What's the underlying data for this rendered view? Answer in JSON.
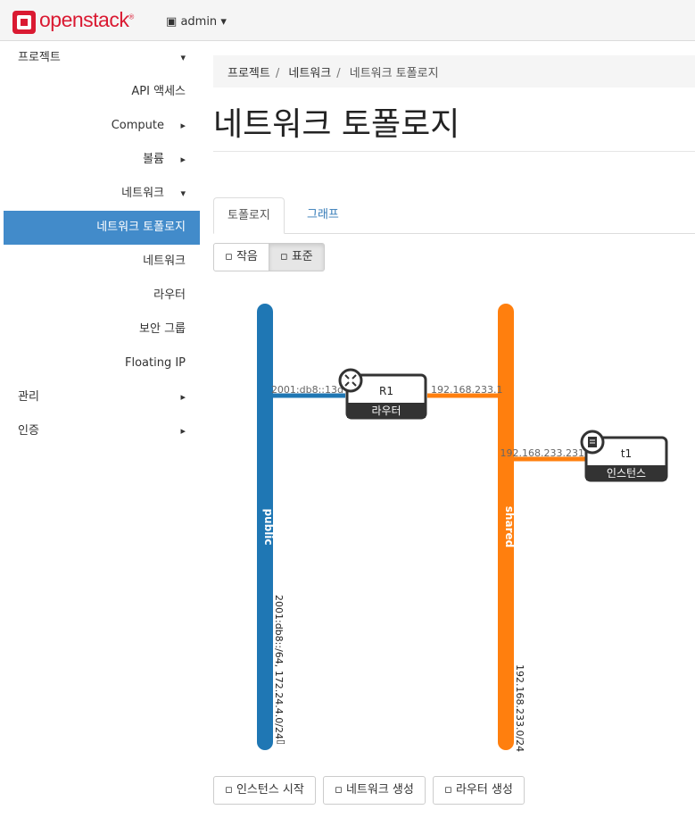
{
  "header": {
    "brand": "openstack",
    "project": "admin",
    "project_icon": "cube-icon",
    "caret": "▾"
  },
  "sidebar": {
    "items": [
      {
        "label": "프로젝트",
        "chevron": "▾"
      },
      {
        "label": "API 액세스"
      },
      {
        "label": "Compute",
        "chevron": "▸"
      },
      {
        "label": "볼륨",
        "chevron": "▸"
      },
      {
        "label": "네트워크",
        "chevron": "▾"
      },
      {
        "label": "네트워크 토폴로지"
      },
      {
        "label": "네트워크"
      },
      {
        "label": "라우터"
      },
      {
        "label": "보안 그룹"
      },
      {
        "label": "Floating IP"
      },
      {
        "label": "관리",
        "chevron": "▸"
      },
      {
        "label": "인증",
        "chevron": "▸"
      }
    ]
  },
  "breadcrumb": [
    "프로젝트",
    "네트워크",
    "네트워크 토폴로지"
  ],
  "page_title": "네트워크 토폴로지",
  "tabs": [
    "토폴로지",
    "그래프"
  ],
  "size_buttons": {
    "small": "작음",
    "normal": "표준"
  },
  "topology": {
    "networks": [
      {
        "name": "public",
        "color": "#1f77b4",
        "cidr": "2001:db8::/64, 172.24.4.0/24"
      },
      {
        "name": "shared",
        "color": "#ff7f0e",
        "cidr": "192.168.233.0/24"
      }
    ],
    "router": {
      "name": "R1",
      "type": "라우터",
      "port_left": "2001:db8::13d",
      "port_right": "192.168.233.1"
    },
    "instance": {
      "name": "t1",
      "type": "인스턴스",
      "port": "192.168.233.231"
    }
  },
  "actions": [
    "인스턴스 시작",
    "네트워크 생성",
    "라우터 생성"
  ],
  "colors": {
    "brand": "#da1a32",
    "active": "#428bca",
    "public": "#1f77b4",
    "shared": "#ff7f0e"
  }
}
